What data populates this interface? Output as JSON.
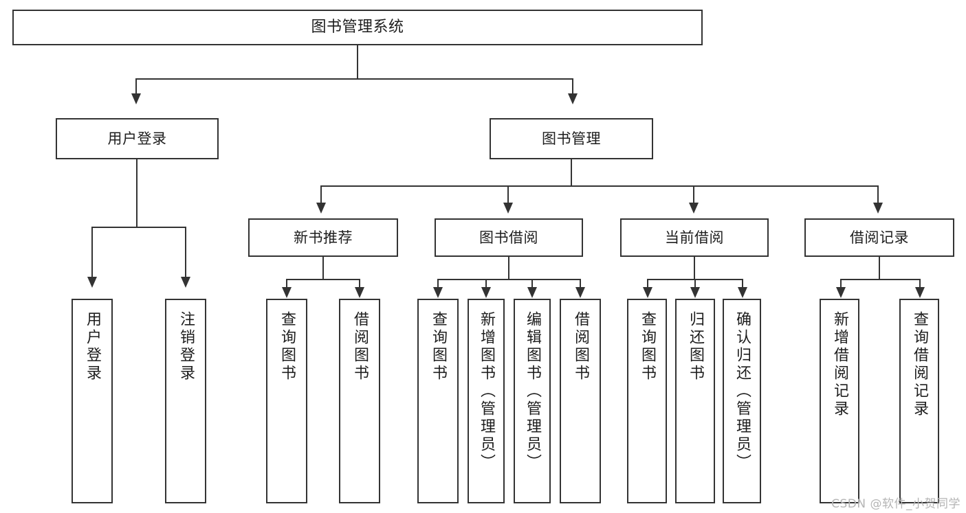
{
  "diagram": {
    "title": "图书管理系统",
    "type": "hierarchy-tree",
    "accent_color": "#333333",
    "background_color": "#ffffff"
  },
  "nodes": {
    "root": {
      "label": "图书管理系统"
    },
    "level2": [
      {
        "label": "用户登录"
      },
      {
        "label": "图书管理"
      }
    ],
    "level3": [
      {
        "label": "新书推荐"
      },
      {
        "label": "图书借阅"
      },
      {
        "label": "当前借阅"
      },
      {
        "label": "借阅记录"
      }
    ],
    "leaves": {
      "user_login": [
        {
          "label": "用户登录"
        },
        {
          "label": "注销登录"
        }
      ],
      "new_book": [
        {
          "label": "查询图书"
        },
        {
          "label": "借阅图书"
        }
      ],
      "book_borrow": [
        {
          "label": "查询图书"
        },
        {
          "label": "新增图书（管理员）"
        },
        {
          "label": "编辑图书（管理员）"
        },
        {
          "label": "借阅图书"
        }
      ],
      "current_borrow": [
        {
          "label": "查询图书"
        },
        {
          "label": "归还图书"
        },
        {
          "label": "确认归还（管理员）"
        }
      ],
      "borrow_record": [
        {
          "label": "新增借阅记录"
        },
        {
          "label": "查询借阅记录"
        }
      ]
    }
  },
  "watermark": {
    "text": "CSDN @软件_小贺同学"
  }
}
